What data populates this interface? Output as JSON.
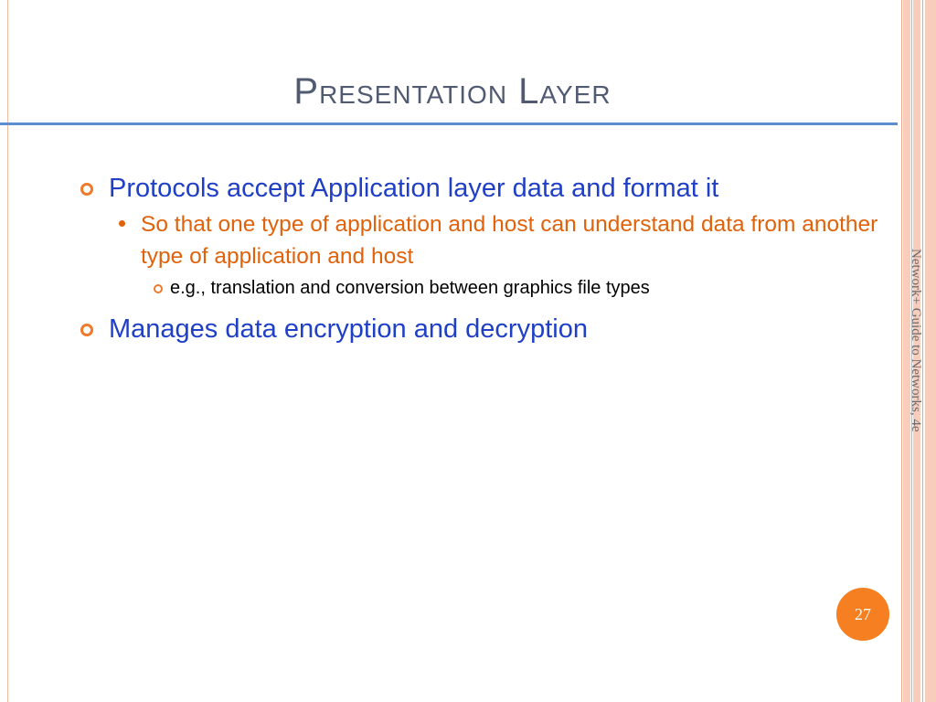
{
  "slide": {
    "title": "Presentation Layer",
    "bullets": {
      "b1": "Protocols accept Application layer data and format it",
      "b1_sub1": "So that one type of application and host can understand data from another type of application and host",
      "b1_sub1_sub1": "e.g., translation and conversion between graphics file types",
      "b2": "Manages data encryption and decryption"
    },
    "side_text": "Network+ Guide to Networks, 4e",
    "page_number": "27"
  },
  "colors": {
    "title": "#505a70",
    "level1": "#1f3fc6",
    "level2": "#e0620b",
    "accent": "#f57f21",
    "rule": "#5b8fd1"
  },
  "icons": {
    "level1_bullet": "ring-bullet-icon",
    "level2_bullet": "dot-bullet-icon",
    "level3_bullet": "small-ring-bullet-icon"
  }
}
